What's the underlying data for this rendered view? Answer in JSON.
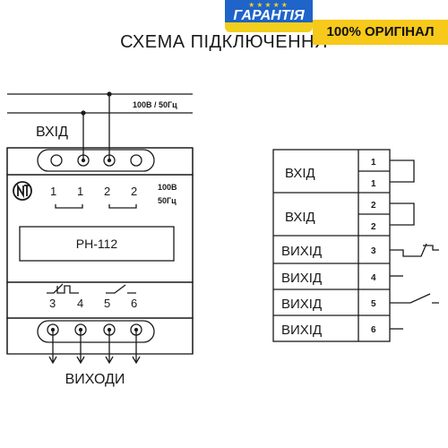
{
  "header": {
    "title": "СХЕМА ПІДКЛЮЧЕННЯ",
    "badge_guarantee": "ГАРАНТІЯ",
    "badge_stars": "★★★★★",
    "badge_original": "100% ОРИГІНАЛ"
  },
  "device": {
    "supply_label": "100В / 50Гц",
    "input_label": "ВХІД",
    "outputs_label": "ВИХОДИ",
    "model": "РН-112",
    "top_terminals": [
      "1",
      "1",
      "2",
      "2"
    ],
    "rating_voltage": "100В",
    "rating_freq": "50Гц",
    "bottom_terminals": [
      "3",
      "4",
      "5",
      "6"
    ]
  },
  "table": {
    "rows": [
      {
        "label": "ВХІД",
        "terminals": [
          "1",
          "1"
        ]
      },
      {
        "label": "ВХІД",
        "terminals": [
          "2",
          "2"
        ]
      },
      {
        "label": "ВИХІД",
        "terminals": [
          "3"
        ]
      },
      {
        "label": "ВИХІД",
        "terminals": [
          "4"
        ]
      },
      {
        "label": "ВИХІД",
        "terminals": [
          "5"
        ]
      },
      {
        "label": "ВИХІД",
        "terminals": [
          "6"
        ]
      }
    ]
  }
}
